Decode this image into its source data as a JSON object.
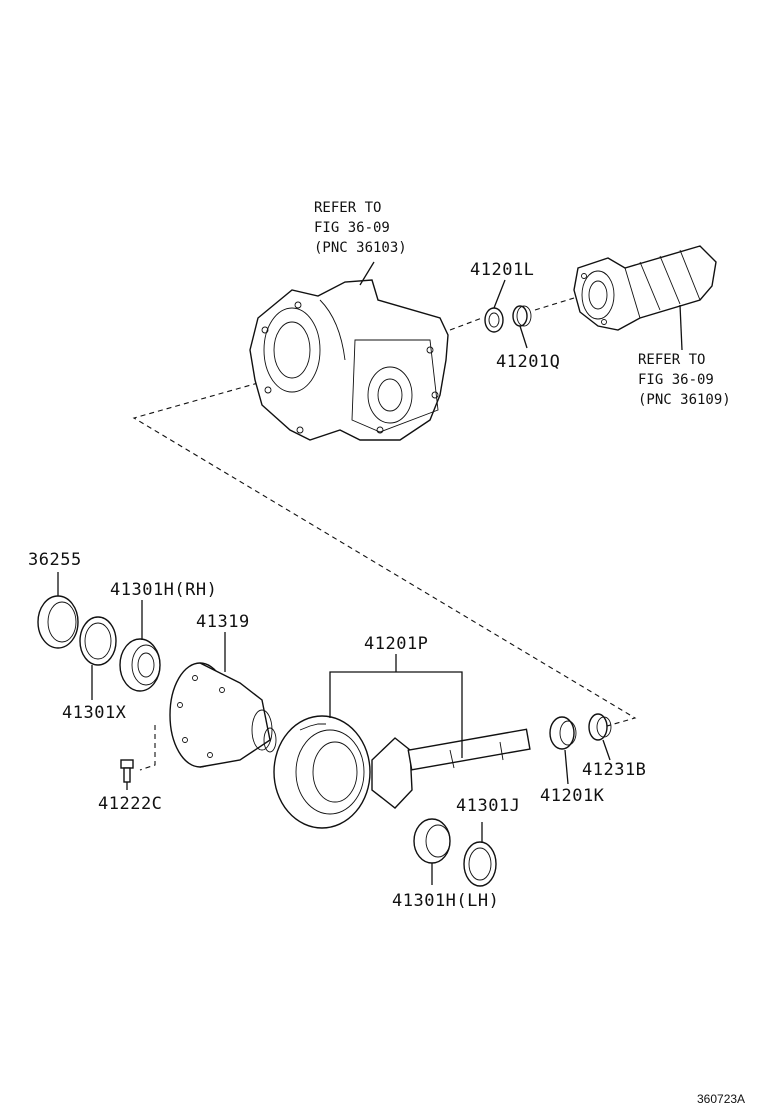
{
  "diagram": {
    "refer_top": {
      "line1": "REFER TO",
      "line2": "FIG 36-09",
      "line3": "(PNC 36103)"
    },
    "refer_right": {
      "line1": "REFER TO",
      "line2": "FIG 36-09",
      "line3": "(PNC 36109)"
    },
    "parts": {
      "p41201L": "41201L",
      "p41201Q": "41201Q",
      "p36255": "36255",
      "p41301H_RH": "41301H(RH)",
      "p41319": "41319",
      "p41201P": "41201P",
      "p41301X": "41301X",
      "p41222C": "41222C",
      "p41231B": "41231B",
      "p41201K": "41201K",
      "p41301J": "41301J",
      "p41301H_LH": "41301H(LH)"
    },
    "figure_code": "360723A"
  }
}
